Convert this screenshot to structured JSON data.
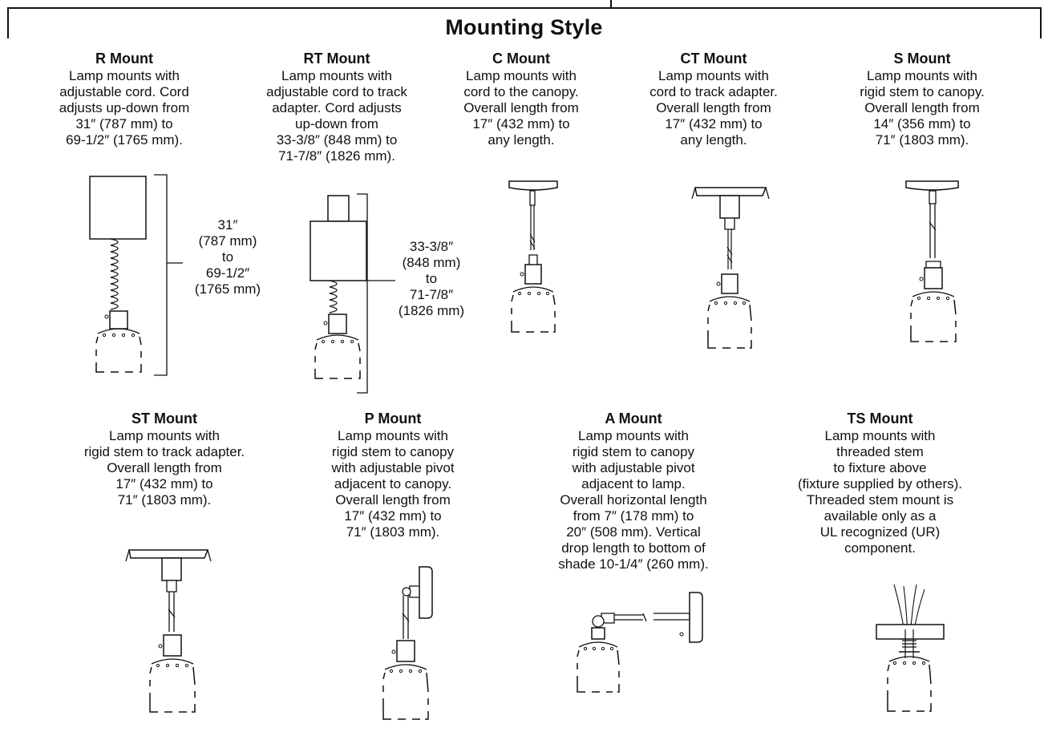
{
  "title": "Mounting Style",
  "mounts": [
    {
      "name": "R Mount",
      "description": "Lamp mounts with\nadjustable cord. Cord\nadjusts up-down from\n31″ (787 mm) to\n69-1/2″ (1765 mm).",
      "dimension": "31″\n(787 mm)\nto\n69-1/2″\n(1765 mm)"
    },
    {
      "name": "RT Mount",
      "description": "Lamp mounts with\nadjustable cord to track\nadapter. Cord adjusts\nup-down from\n33-3/8″ (848 mm) to\n71-7/8″ (1826 mm).",
      "dimension": "33-3/8″\n(848 mm)\nto\n71-7/8″\n(1826 mm)"
    },
    {
      "name": "C Mount",
      "description": "Lamp mounts with\ncord to the canopy.\nOverall length from\n17″ (432 mm) to\nany length."
    },
    {
      "name": "CT Mount",
      "description": "Lamp mounts with\ncord to track adapter.\nOverall length from\n17″ (432 mm) to\nany length."
    },
    {
      "name": "S Mount",
      "description": "Lamp mounts with\nrigid stem to canopy.\nOverall length from\n14″ (356 mm) to\n71″ (1803 mm)."
    },
    {
      "name": "ST Mount",
      "description": "Lamp mounts with\nrigid stem to track adapter.\nOverall length from\n17″ (432 mm) to\n71″ (1803 mm)."
    },
    {
      "name": "P Mount",
      "description": "Lamp mounts with\nrigid stem to canopy\nwith adjustable pivot\nadjacent to canopy.\nOverall length from\n17″ (432 mm) to\n71″ (1803 mm)."
    },
    {
      "name": "A Mount",
      "description": "Lamp mounts with\nrigid stem to canopy\nwith adjustable pivot\nadjacent to lamp.\nOverall horizontal length\nfrom 7″ (178 mm) to\n20″ (508 mm). Vertical\ndrop length to bottom of\nshade 10-1/4″ (260 mm)."
    },
    {
      "name": "TS Mount",
      "description": "Lamp mounts with\nthreaded stem\nto fixture above\n(fixture supplied by others).\nThreaded stem mount is\navailable only as a\nUL recognized (UR)\ncomponent."
    }
  ]
}
